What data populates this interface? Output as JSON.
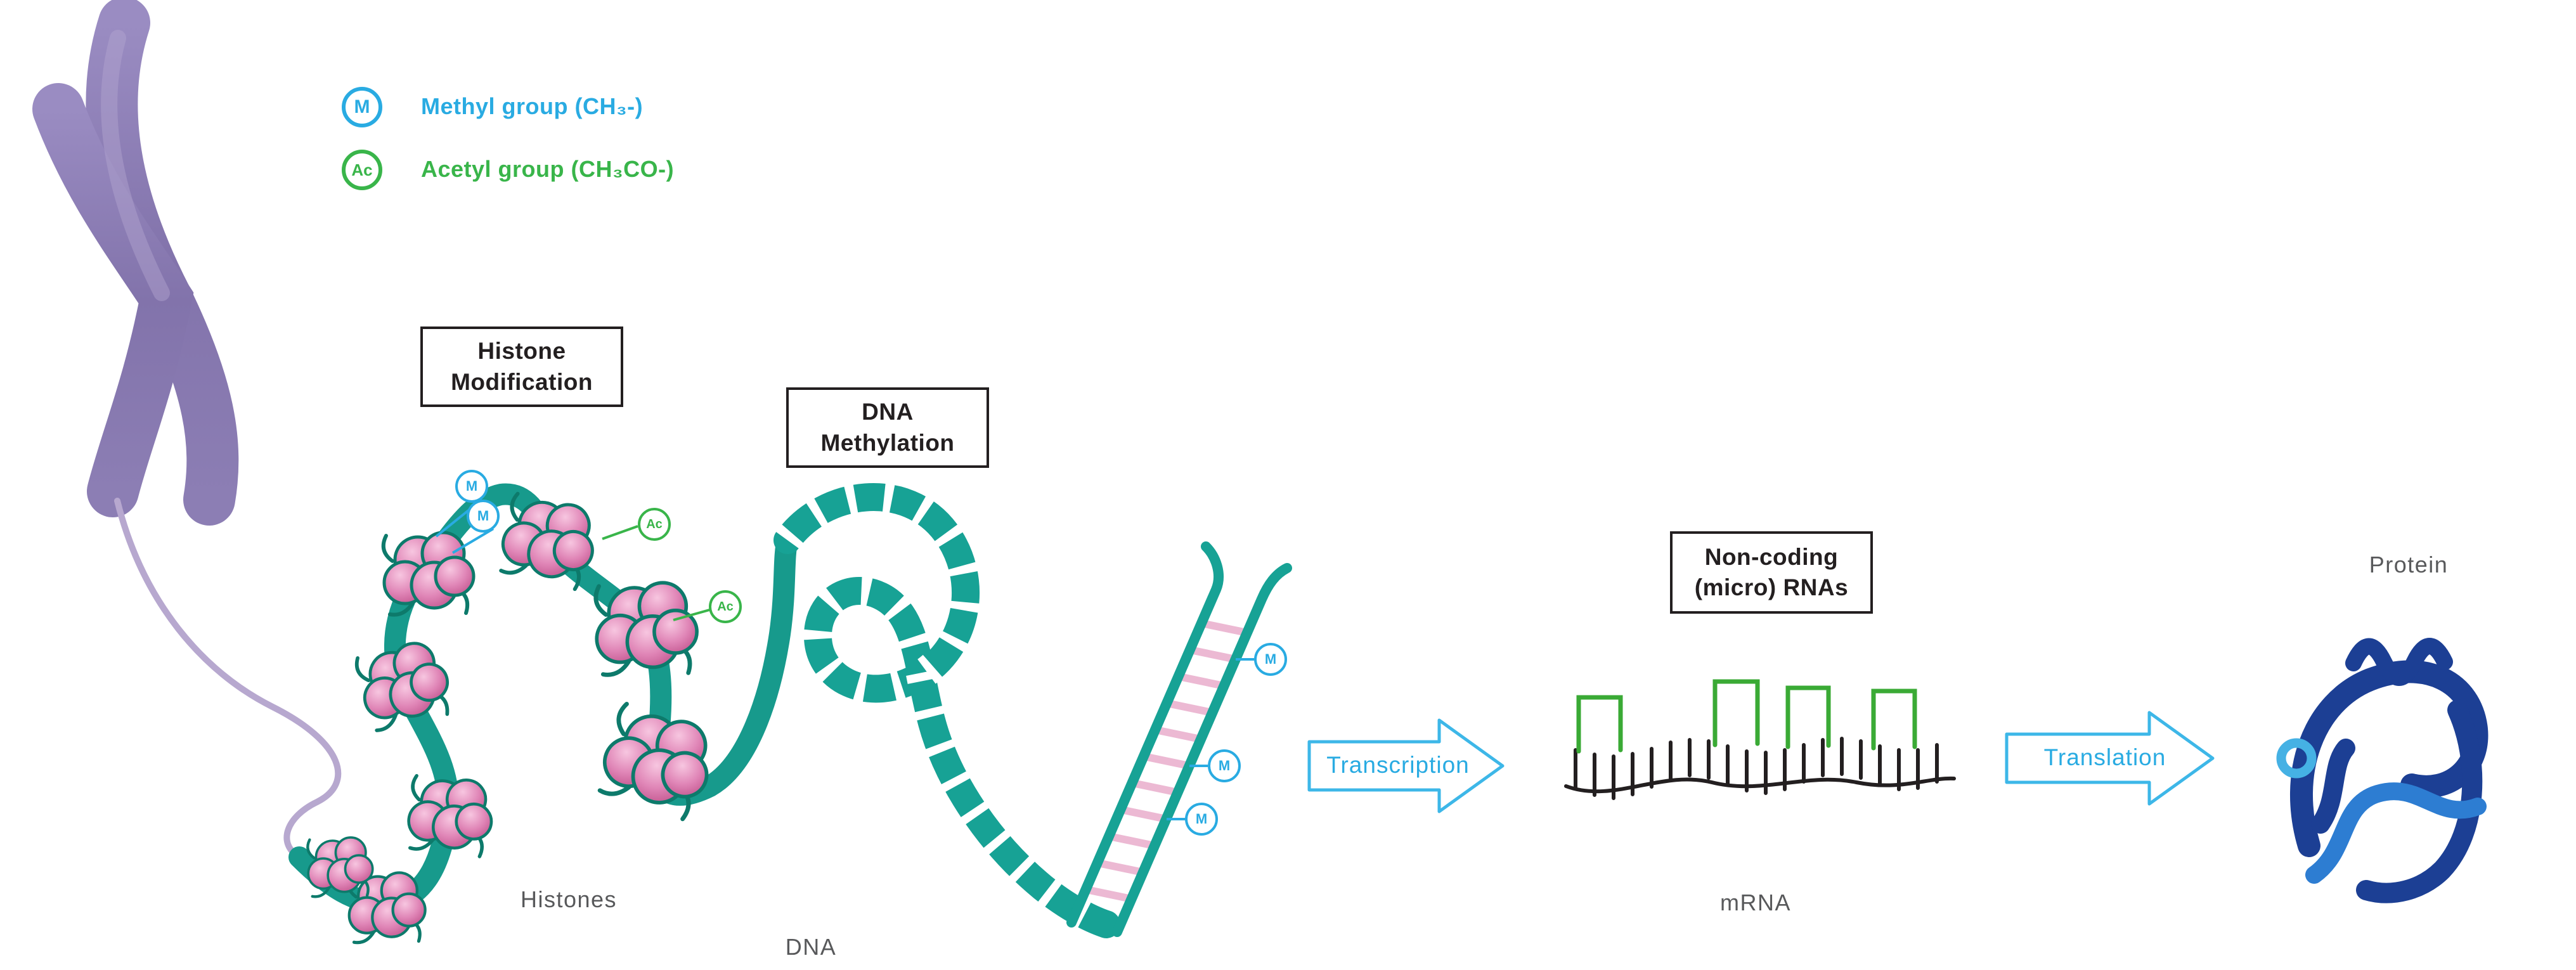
{
  "legend": {
    "methyl": {
      "symbol": "M",
      "label": "Methyl group (CH₃-)",
      "color": "#29abe2"
    },
    "acetyl": {
      "symbol": "Ac",
      "label": "Acetyl group (CH₃CO-)",
      "color": "#39b54a"
    }
  },
  "callouts": {
    "histone_modification": "Histone\nModification",
    "dna_methylation": "DNA\nMethylation",
    "noncoding_rnas": "Non-coding\n(micro) RNAs"
  },
  "labels": {
    "histones": "Histones",
    "dna": "DNA",
    "mrna": "mRNA",
    "protein": "Protein"
  },
  "arrows": {
    "transcription": "Transcription",
    "translation": "Translation"
  },
  "colors": {
    "methyl_blue": "#29abe2",
    "acetyl_green": "#39b54a",
    "chromatin_teal": "#17a295",
    "histone_pink": "#d9679f",
    "chromosome_purple": "#8677ad",
    "arrow_blue": "#3db7e8",
    "mrna_green": "#3aaa35",
    "protein_navy": "#1c3f94",
    "label_gray": "#58595b"
  }
}
